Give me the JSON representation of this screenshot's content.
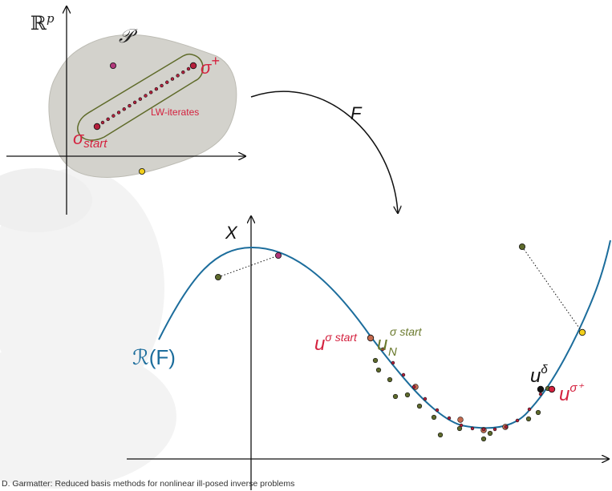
{
  "colors": {
    "region_fill": "#d3d2cc",
    "region_stroke": "#7d7d6e",
    "iterate_dot": "#b51f3c",
    "lw_hull": "#5f6b2a",
    "curve": "#1c6d9c",
    "magenta_point": "#b0387a",
    "yellow_point": "#f2cf1b",
    "olive_point": "#5e6a2c",
    "orange_point": "#c46a4e",
    "label_red": "#d4213e",
    "label_olive": "#6b7a2e",
    "label_blue": "#1c6d9c",
    "axis": "#111111",
    "watermark": "#f1f1f1"
  },
  "top_panel": {
    "space_label": "ℝ",
    "space_sup": "p",
    "region_label": "𝒫",
    "sigma_plus_base": "σ",
    "sigma_plus_sup": "+",
    "lw_label": "LW-iterates",
    "sigma_start_base": "σ",
    "sigma_start_sub": "start"
  },
  "map_label": "F",
  "bottom_panel": {
    "space_label": "X",
    "range_label": "ℛ(F)",
    "u_start_base": "u",
    "u_start_sup": "σ start",
    "u_n_base": "u",
    "u_n_sub": "N",
    "u_n_sup": "σ start",
    "u_delta_base": "u",
    "u_delta_sup": "δ",
    "u_plus_base": "u",
    "u_plus_sup": "σ⁺"
  },
  "footer": "D. Garmatter: Reduced basis methods for nonlinear ill-posed inverse problems"
}
